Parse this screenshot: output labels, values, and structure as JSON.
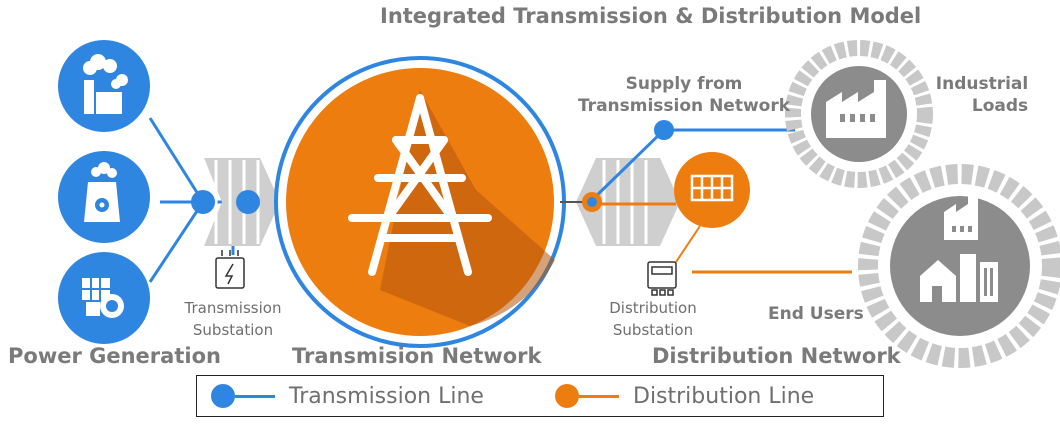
{
  "title": "Integrated Transmission & Distribution Model",
  "sections": {
    "generation": "Power Generation",
    "transmission": "Transmision Network",
    "distribution": "Distribution Network"
  },
  "labels": {
    "transmission_substation_line1": "Transmission",
    "transmission_substation_line2": "Substation",
    "distribution_substation_line1": "Distribution",
    "distribution_substation_line2": "Substation",
    "supply_line1": "Supply from",
    "supply_line2": "Transmission Network",
    "industrial_line1": "Industrial",
    "industrial_line2": "Loads",
    "end_users": "End Users"
  },
  "legend": {
    "transmission": "Transmission Line",
    "distribution": "Distribution Line"
  },
  "colors": {
    "blue": "#2f86e0",
    "orange": "#ee7d10",
    "gray": "#8c8c8c",
    "text": "#7a7a7a"
  },
  "icons": [
    "factory-icon",
    "nuclear-plant-icon",
    "solar-gear-icon",
    "transformer-icon",
    "pylon-icon",
    "solar-panel-icon",
    "meter-icon",
    "industrial-factory-icon",
    "city-icon"
  ]
}
